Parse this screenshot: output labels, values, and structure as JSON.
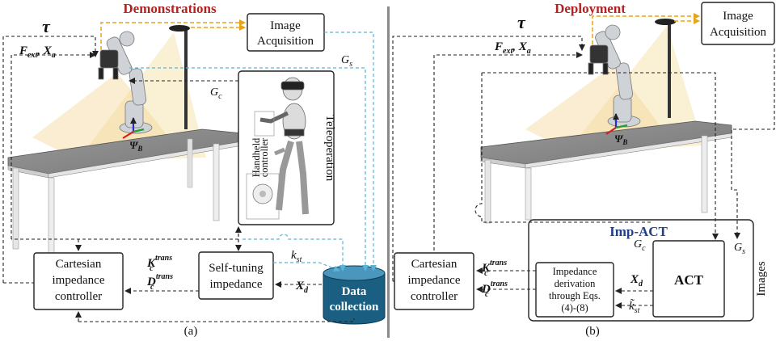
{
  "panels": {
    "left": {
      "title": "Demonstrations",
      "caption": "(a)"
    },
    "right": {
      "title": "Deployment",
      "caption": "(b)"
    }
  },
  "blocks": {
    "image_acq_1": "Image",
    "image_acq_2": "Acquisition",
    "cartesian_1": "Cartesian",
    "cartesian_2": "impedance",
    "cartesian_3": "controller",
    "selftune_1": "Self-tuning",
    "selftune_2": "impedance",
    "data_1": "Data",
    "data_2": "collection",
    "teleop": "Teleoperation",
    "handheld_1": "Handheld",
    "handheld_2": "controller",
    "impact": "Imp-ACT",
    "act": "ACT",
    "impder_1": "Impedance",
    "impder_2": "derivation",
    "impder_3": "through Eqs.",
    "impder_4": "(4)-(8)",
    "images": "Images"
  },
  "symbols": {
    "tau": "τ",
    "fext": "F",
    "fext_sub": "ext",
    "comma_x": ", X",
    "xa_sub": "a",
    "gs": "G",
    "gs_sub": "s",
    "gc": "G",
    "gc_sub": "c",
    "psi": "Ψ",
    "psi_sub": "B",
    "k": "K",
    "k_sub": "c",
    "k_sup": "trans",
    "d": "D",
    "d_sub": "c",
    "d_sup": "trans",
    "xd": "X",
    "xd_sub": "d",
    "kst": "k",
    "kst_sub": "st",
    "kst_tilde": "k̃"
  },
  "colors": {
    "title_red": "#b22222",
    "impact_blue": "#1f3f8f",
    "db_blue": "#1a5f82",
    "arrow_yellow": "#e8a317",
    "signal_blue": "#5ab4d6"
  }
}
